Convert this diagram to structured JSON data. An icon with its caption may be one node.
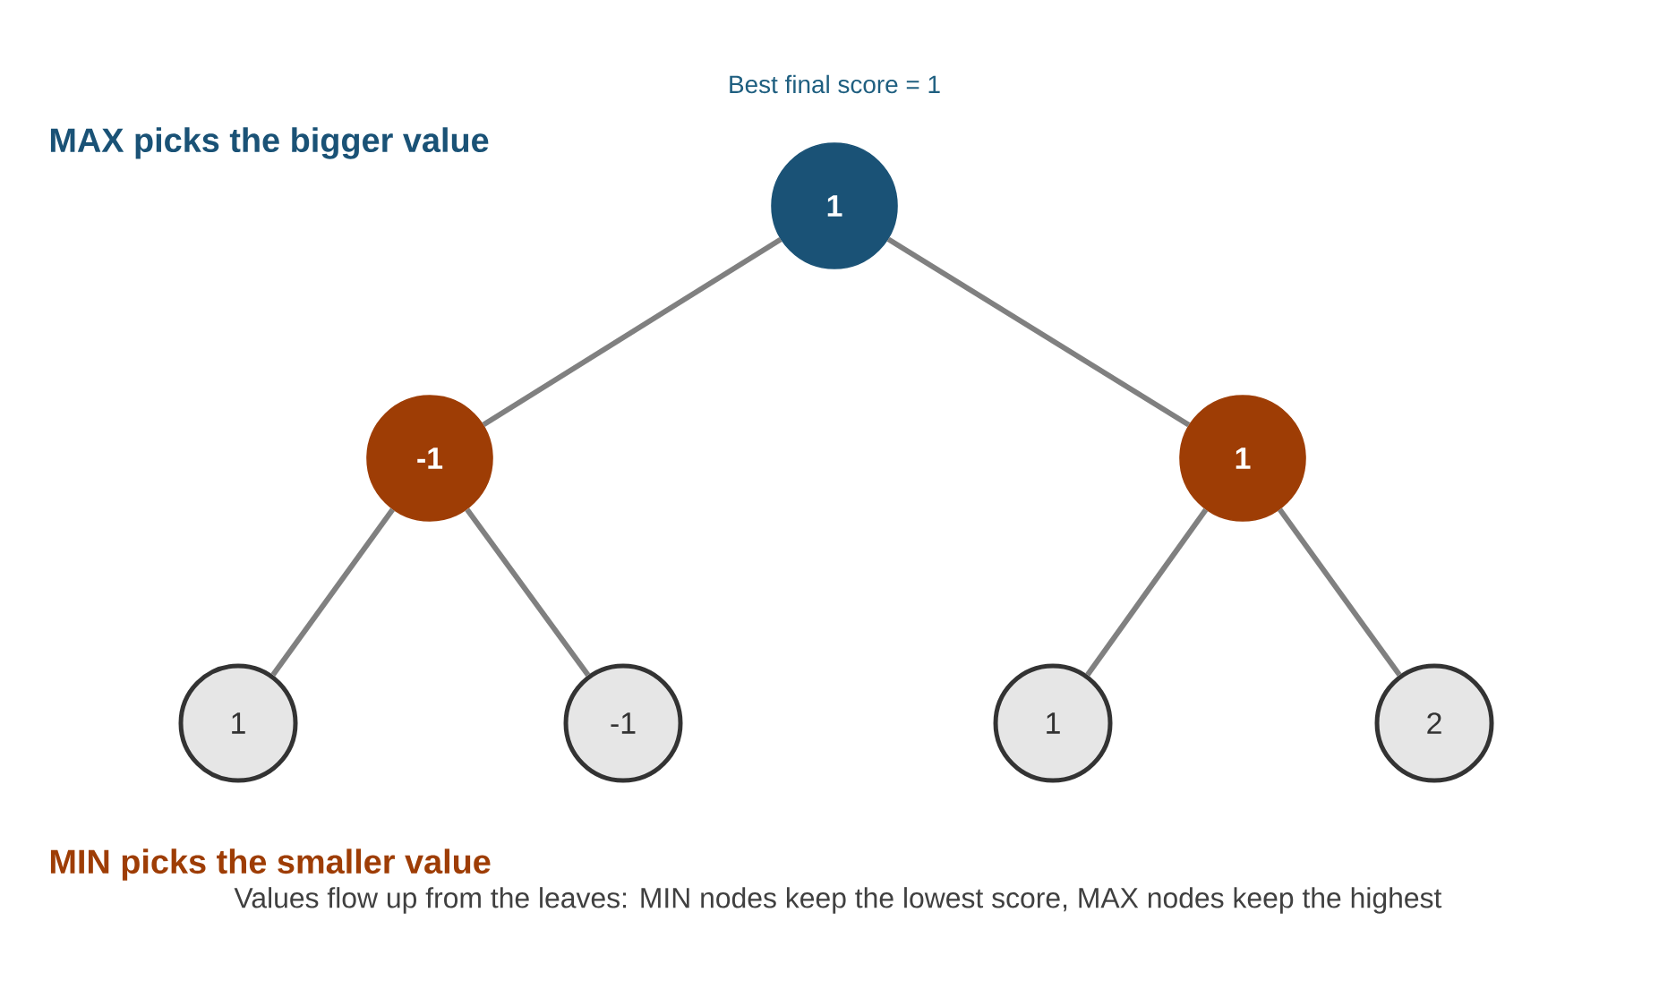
{
  "diagram": {
    "title": "Best final score = 1",
    "nodes": [
      {
        "text": [
          "1"
        ]
      },
      {
        "text": [
          "-1"
        ]
      },
      {
        "text": [
          "1"
        ]
      },
      {
        "text": [
          "1"
        ]
      },
      {
        "text": [
          "-1"
        ]
      },
      {
        "text": [
          "1"
        ]
      },
      {
        "text": [
          "2"
        ]
      }
    ],
    "edges": [
      {
        "from": 0,
        "to": 1,
        "arrow": "none"
      },
      {
        "from": 0,
        "to": 2,
        "arrow": "none"
      },
      {
        "from": 1,
        "to": 3,
        "arrow": "none"
      },
      {
        "from": 1,
        "to": 4,
        "arrow": "none"
      },
      {
        "from": 2,
        "to": 5,
        "arrow": "none"
      },
      {
        "from": 2,
        "to": 6,
        "arrow": "none"
      }
    ],
    "labels": [
      "MAX picks the bigger value",
      "MIN picks the smaller value",
      "Values flow up from the leaves: MIN nodes keep the lowest score, MAX nodes keep the highest"
    ]
  }
}
